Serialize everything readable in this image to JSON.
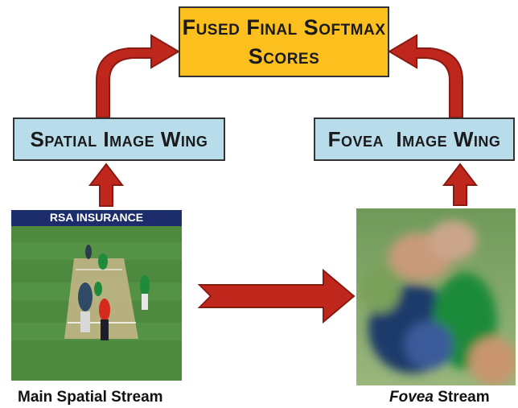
{
  "boxes": {
    "fused_line1": "Fused Final Softmax",
    "fused_line2": "Scores",
    "spatial": "Spatial Image Wing",
    "fovea": "Fovea  Image Wing"
  },
  "banner_text": "RSA INSURANCE",
  "captions": {
    "main": "Main Spatial Stream",
    "fovea_em": "Fovea",
    "fovea_rest": " Stream"
  },
  "colors": {
    "fused_fill": "#fbbf1e",
    "wing_fill": "#b8dcea",
    "arrow_fill": "#c0271c",
    "arrow_stroke": "#8a1a12"
  }
}
